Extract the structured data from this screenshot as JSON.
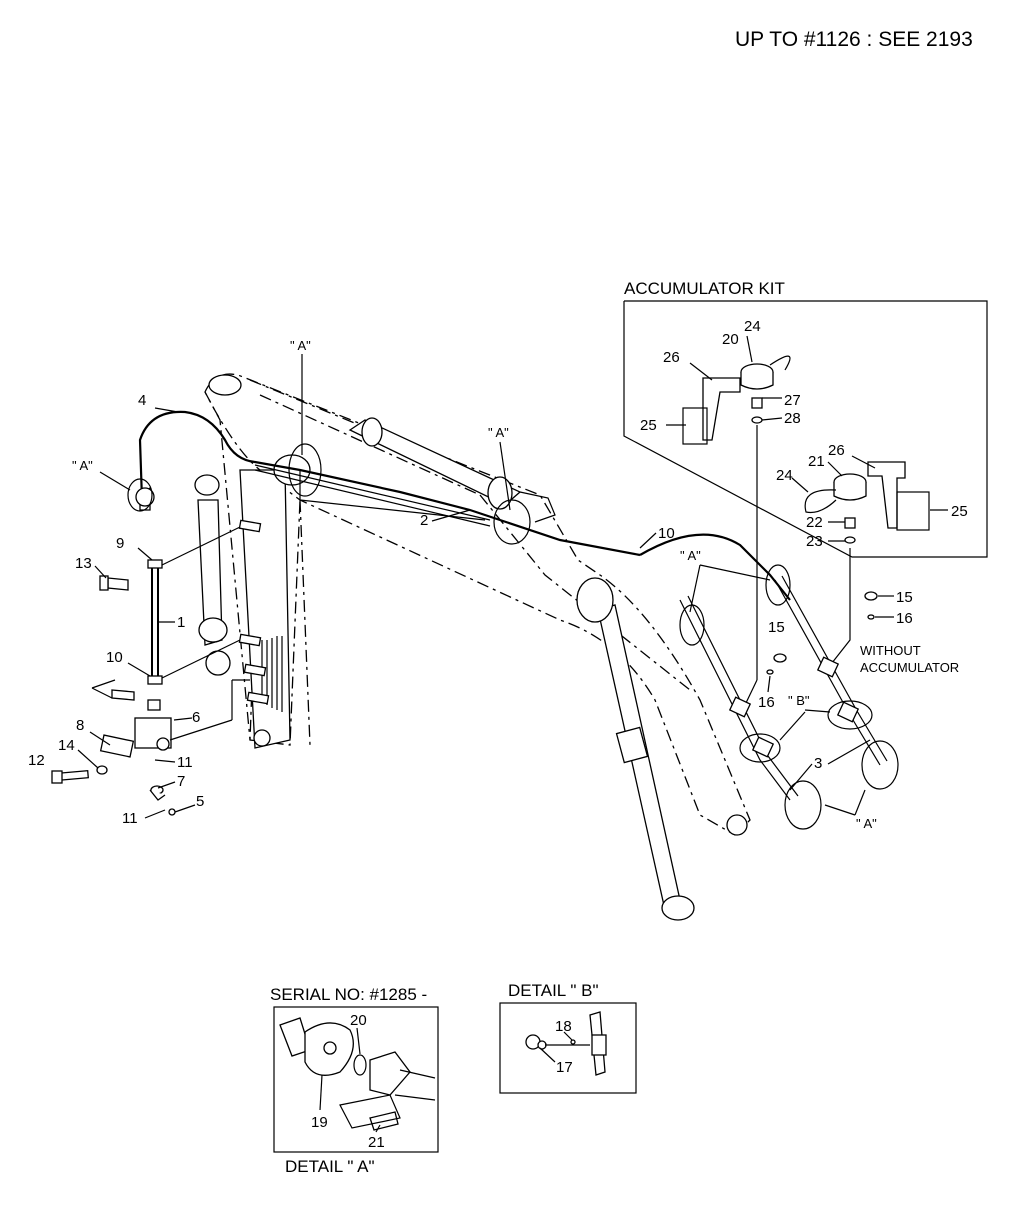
{
  "header_note": "UP TO #1126 : SEE 2193",
  "accumulator_kit": {
    "title": "ACCUMULATOR KIT",
    "callouts": [
      "24",
      "20",
      "26",
      "27",
      "28",
      "25",
      "26",
      "21",
      "24",
      "22",
      "23",
      "25"
    ]
  },
  "without_accumulator": {
    "line1": "WITHOUT",
    "line2": "ACCUMULATOR",
    "callouts": [
      "15",
      "16",
      "15",
      "16"
    ]
  },
  "main_callouts": {
    "c1": "1",
    "c2": "2",
    "c3": "3",
    "c4": "4",
    "c5": "5",
    "c6": "6",
    "c7": "7",
    "c8": "8",
    "c9": "9",
    "c10a": "10",
    "c10b": "10",
    "c11a": "11",
    "c11b": "11",
    "c12": "12",
    "c13": "13",
    "c14": "14"
  },
  "detail_markers": {
    "a1": "\" A\"",
    "a2": "\" A\"",
    "a3": "\" A\"",
    "a4": "\" A\"",
    "a5": "\" A\"",
    "b1": "\" B\""
  },
  "detail_a": {
    "serial": "SERIAL NO: #1285 -",
    "caption": "DETAIL   \" A\"",
    "callouts": {
      "c19": "19",
      "c20": "20",
      "c21": "21"
    }
  },
  "detail_b": {
    "caption": "DETAIL   \" B\"",
    "callouts": {
      "c17": "17",
      "c18": "18"
    }
  }
}
